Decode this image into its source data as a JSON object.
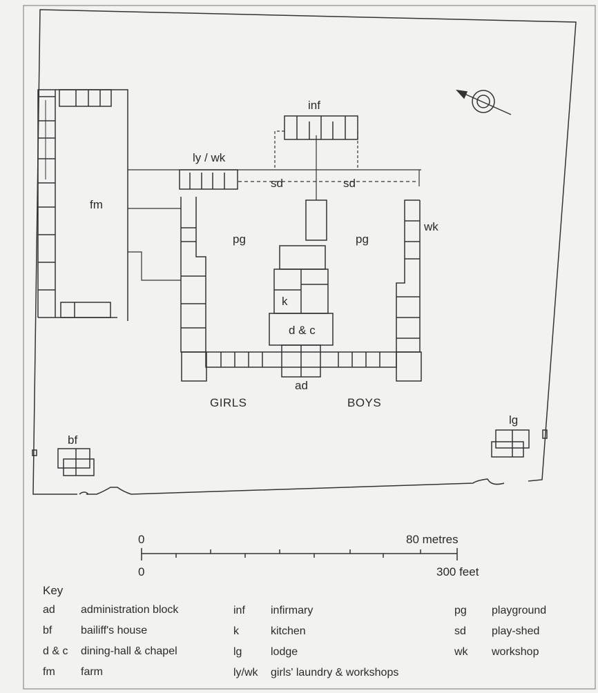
{
  "labels": {
    "inf": "inf",
    "ly_wk": "ly / wk",
    "sd_left": "sd",
    "sd_right": "sd",
    "fm": "fm",
    "pg_left": "pg",
    "pg_right": "pg",
    "wk": "wk",
    "k": "k",
    "dc": "d & c",
    "ad": "ad",
    "girls": "GIRLS",
    "boys": "BOYS",
    "bf": "bf",
    "lg": "lg"
  },
  "scale": {
    "metres_zero": "0",
    "metres_label": "80 metres",
    "feet_zero": "0",
    "feet_label": "300 feet"
  },
  "key": {
    "title": "Key",
    "items": [
      {
        "abbr": "ad",
        "desc": "administration block"
      },
      {
        "abbr": "bf",
        "desc": "bailiff's house"
      },
      {
        "abbr": "d & c",
        "desc": "dining-hall & chapel"
      },
      {
        "abbr": "fm",
        "desc": "farm"
      },
      {
        "abbr": "inf",
        "desc": "infirmary"
      },
      {
        "abbr": "k",
        "desc": "kitchen"
      },
      {
        "abbr": "lg",
        "desc": "lodge"
      },
      {
        "abbr": "ly/wk",
        "desc": "girls' laundry & workshops"
      },
      {
        "abbr": "pg",
        "desc": "playground"
      },
      {
        "abbr": "sd",
        "desc": "play-shed"
      },
      {
        "abbr": "wk",
        "desc": "workshop"
      }
    ]
  }
}
